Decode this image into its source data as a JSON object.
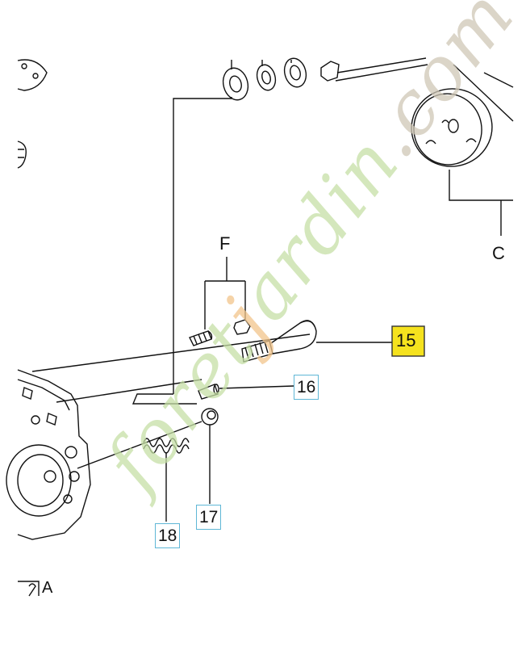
{
  "diagram": {
    "labels": {
      "F": "F",
      "C": "C",
      "p15": "15",
      "p16": "16",
      "p17": "17",
      "p18": "18",
      "bottom_partial": "A"
    },
    "colors": {
      "highlight_fill": "#f5e21e",
      "box_border": "#5fb7d6",
      "line": "#111111"
    }
  },
  "watermark": {
    "text_a": "foret",
    "text_o": "j",
    "text_b": "ardin",
    "text_dot": ".",
    "text_c": "com"
  }
}
